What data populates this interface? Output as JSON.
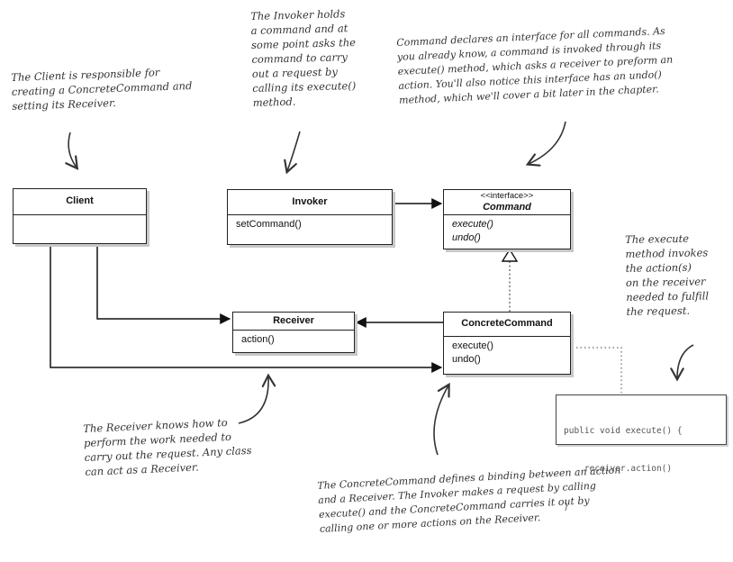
{
  "annotations": {
    "client_note": [
      "The Client is responsible for",
      "creating a ConcreteCommand and",
      "setting its Receiver."
    ],
    "invoker_note": [
      "The Invoker holds",
      "a command and at",
      "some point asks the",
      "command to carry",
      "out a request by",
      "calling its execute()",
      "method."
    ],
    "command_note": [
      "Command declares an interface for all commands. As",
      "you already know, a command is invoked through its",
      "execute() method, which asks a receiver to preform an",
      "action. You'll also notice this interface has an undo()",
      "method, which we'll cover a bit later in the chapter."
    ],
    "execute_note": [
      "The execute",
      "method invokes",
      "the action(s)",
      "on the receiver",
      "needed to fulfill",
      "the request."
    ],
    "receiver_note": [
      "The Receiver knows how to",
      "perform the work needed to",
      "carry out the request. Any class",
      "can act as a Receiver."
    ],
    "concrete_note": [
      "The ConcreteCommand defines a binding between an action",
      "and a Receiver. The Invoker makes a request by calling",
      "execute() and the ConcreteCommand carries it out by",
      "calling one or more actions on the Receiver."
    ]
  },
  "classes": {
    "client": {
      "name": "Client"
    },
    "invoker": {
      "name": "Invoker",
      "method": "setCommand()"
    },
    "command": {
      "stereotype": "<<interface>>",
      "name": "Command",
      "method1": "execute()",
      "method2": "undo()"
    },
    "receiver": {
      "name": "Receiver",
      "method": "action()"
    },
    "concrete_command": {
      "name": "ConcreteCommand",
      "method1": "execute()",
      "method2": "undo()"
    }
  },
  "code": {
    "line1": "public void execute() {",
    "line2": "    receiver.action()",
    "line3": "}"
  }
}
